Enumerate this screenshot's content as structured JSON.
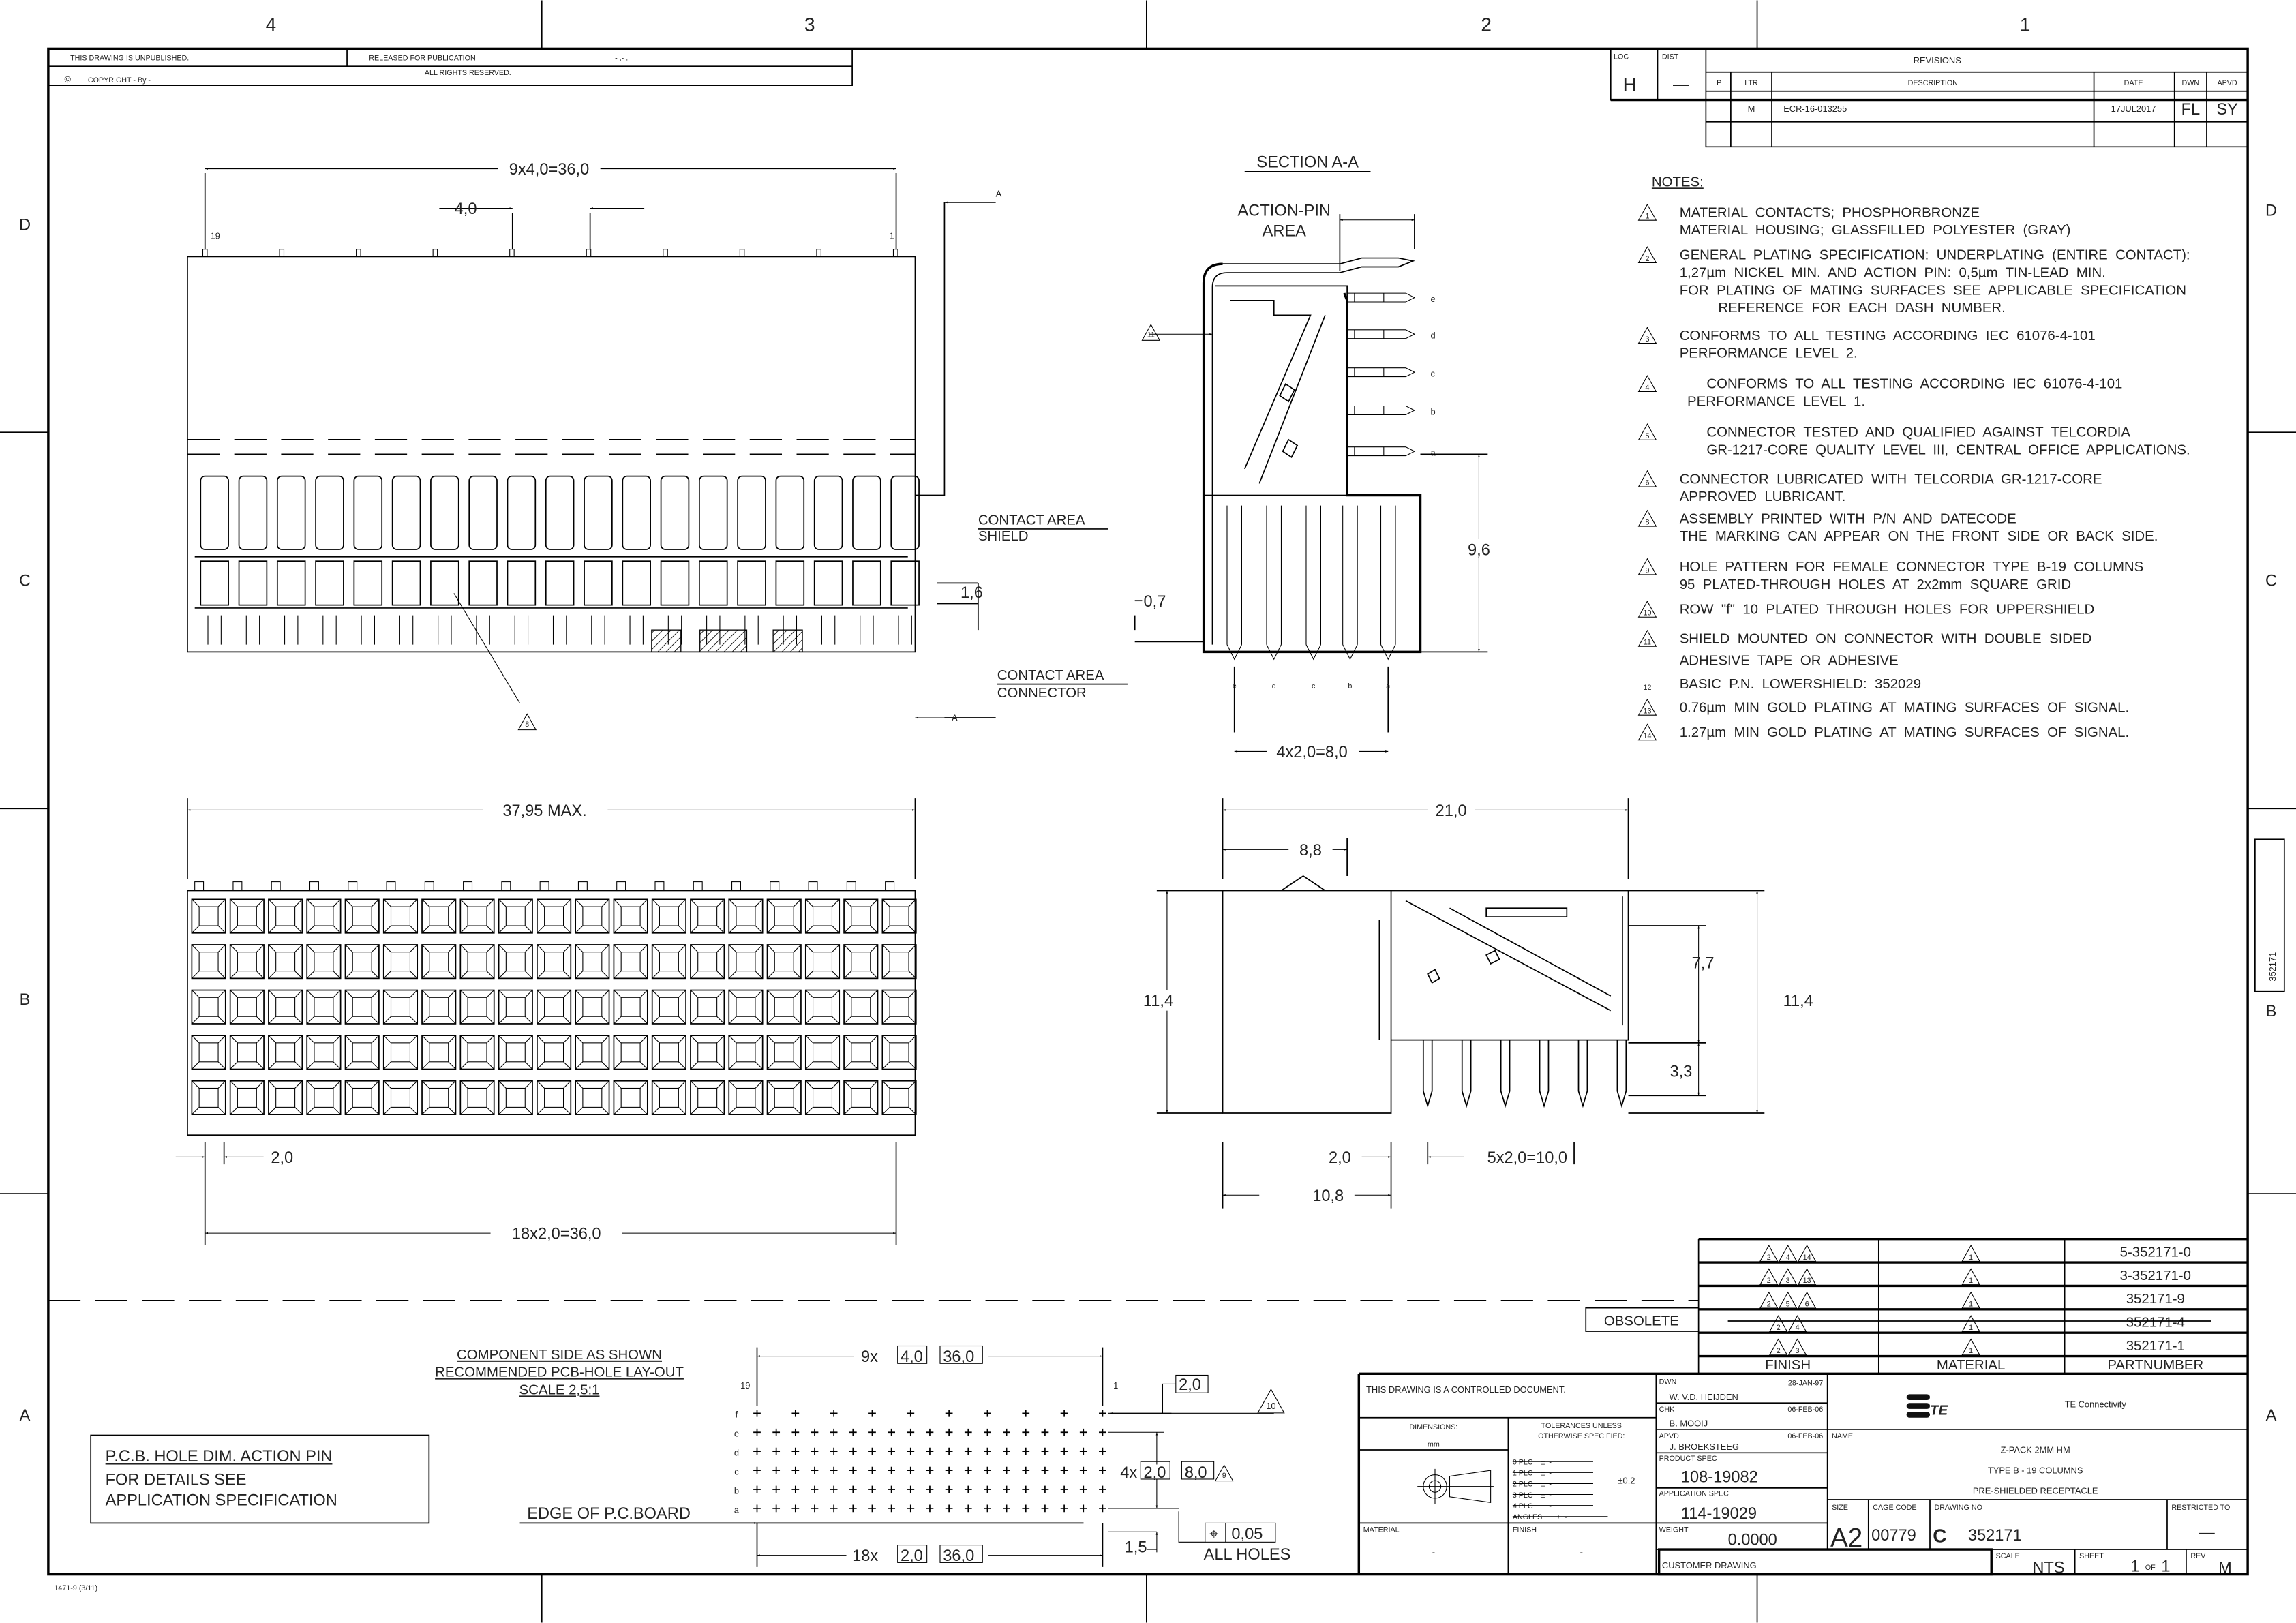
{
  "zones": {
    "top": [
      "4",
      "3",
      "2",
      "1"
    ],
    "side": [
      "D",
      "C",
      "B",
      "A"
    ]
  },
  "header": {
    "unpublished": "THIS DRAWING IS UNPUBLISHED.",
    "released": "RELEASED FOR PUBLICATION",
    "released_date": "- ,-   .",
    "copyright": "COPYRIGHT  -     By -",
    "copyright_symbol": "©",
    "rights": "ALL RIGHTS RESERVED."
  },
  "revisions": {
    "loc_label": "LOC",
    "loc": "H",
    "dist_label": "DIST",
    "dist": "—",
    "title": "REVISIONS",
    "columns": [
      "P",
      "LTR",
      "DESCRIPTION",
      "DATE",
      "DWN",
      "APVD"
    ],
    "rows": [
      {
        "p": "",
        "ltr": "M",
        "description": "ECR-16-013255",
        "date": "17JUL2017",
        "dwn": "FL",
        "apvd": "SY"
      }
    ]
  },
  "notes": {
    "title": "NOTES:",
    "items": [
      {
        "flag": "1",
        "triangle": true,
        "lines": [
          "MATERIAL  CONTACTS;  PHOSPHORBRONZE",
          "MATERIAL  HOUSING;  GLASSFILLED  POLYESTER  (GRAY)"
        ]
      },
      {
        "flag": "2",
        "triangle": true,
        "lines": [
          "GENERAL  PLATING  SPECIFICATION:  UNDERPLATING  (ENTIRE  CONTACT):",
          "1,27µm  NICKEL  MIN.  AND  ACTION  PIN:  0,5µm  TIN-LEAD  MIN.",
          "FOR  PLATING  OF  MATING  SURFACES  SEE  APPLICABLE  SPECIFICATION",
          "          REFERENCE  FOR  EACH  DASH  NUMBER."
        ]
      },
      {
        "flag": "3",
        "triangle": true,
        "lines": [
          "CONFORMS  TO  ALL  TESTING  ACCORDING  IEC  61076-4-101",
          "PERFORMANCE  LEVEL  2."
        ]
      },
      {
        "flag": "4",
        "triangle": true,
        "lines": [
          "       CONFORMS  TO  ALL  TESTING  ACCORDING  IEC  61076-4-101",
          "  PERFORMANCE  LEVEL  1."
        ]
      },
      {
        "flag": "5",
        "triangle": true,
        "lines": [
          "       CONNECTOR  TESTED  AND  QUALIFIED  AGAINST  TELCORDIA",
          "       GR-1217-CORE  QUALITY  LEVEL  III,  CENTRAL  OFFICE  APPLICATIONS."
        ]
      },
      {
        "flag": "6",
        "triangle": true,
        "lines": [
          "CONNECTOR  LUBRICATED  WITH  TELCORDIA  GR-1217-CORE",
          "APPROVED  LUBRICANT."
        ]
      },
      {
        "flag": "8",
        "triangle": true,
        "lines": [
          "ASSEMBLY  PRINTED  WITH  P/N  AND  DATECODE",
          "THE  MARKING  CAN  APPEAR  ON  THE  FRONT  SIDE  OR  BACK  SIDE."
        ]
      },
      {
        "flag": "9",
        "triangle": true,
        "lines": [
          "HOLE  PATTERN  FOR  FEMALE  CONNECTOR  TYPE  B-19  COLUMNS",
          "95  PLATED-THROUGH  HOLES  AT  2x2mm  SQUARE  GRID"
        ]
      },
      {
        "flag": "10",
        "triangle": true,
        "lines": [
          "ROW  \"f\"  10  PLATED  THROUGH  HOLES  FOR  UPPERSHIELD"
        ]
      },
      {
        "flag": "11",
        "triangle": true,
        "lines": [
          "SHIELD  MOUNTED  ON  CONNECTOR  WITH  DOUBLE  SIDED",
          "ADHESIVE  TAPE  OR  ADHESIVE"
        ]
      },
      {
        "flag": "12",
        "triangle": false,
        "lines": [
          "BASIC  P.N.  LOWERSHIELD:  352029"
        ]
      },
      {
        "flag": "13",
        "triangle": true,
        "lines": [
          "0.76µm  MIN  GOLD  PLATING  AT  MATING  SURFACES  OF  SIGNAL."
        ]
      },
      {
        "flag": "14",
        "triangle": true,
        "lines": [
          "1.27µm  MIN  GOLD  PLATING  AT  MATING  SURFACES  OF  SIGNAL."
        ]
      }
    ]
  },
  "front_view": {
    "dim_overall": "9x4,0=36,0",
    "dim_pitch": "4,0",
    "col_left": "19",
    "col_right": "1",
    "section_mark": "A",
    "contact_area_shield": [
      "CONTACT  AREA",
      "SHIELD"
    ],
    "dim_shield": "1,6",
    "contact_area_connector": [
      "CONTACT  AREA",
      "CONNECTOR"
    ],
    "flag": "8"
  },
  "section_view": {
    "title": "SECTION  A-A",
    "action_pin": [
      "ACTION-PIN",
      "AREA"
    ],
    "rows": [
      "e",
      "d",
      "c",
      "b",
      "a"
    ],
    "flag": "11",
    "dim_height": "9,6",
    "dim_offset": "0,7",
    "dim_pitch": "4x2,0=8,0"
  },
  "bottom_view": {
    "dim_max": "37,95  MAX.",
    "dim_pitch": "2,0",
    "dim_overall": "18x2,0=36,0"
  },
  "side_view": {
    "dim_width": "21,0",
    "dim_front": "8,8",
    "dim_height_left": "11,4",
    "dim_height_right": "11,4",
    "dim_upper": "7,7",
    "dim_lower": "3,3",
    "dim_first": "2,0",
    "dim_pitch": "5x2,0=10,0",
    "dim_offset": "10,8"
  },
  "pcb_layout": {
    "caption": [
      "COMPONENT  SIDE  AS  SHOWN",
      "RECOMMENDED  PCB-HOLE  LAY-OUT",
      "SCALE  2,5:1"
    ],
    "col_left": "19",
    "col_right": "1",
    "rows": [
      "f",
      "e",
      "d",
      "c",
      "b",
      "a"
    ],
    "dim_top_prefix": "9x",
    "dim_top_a": "4,0",
    "dim_top_b": "36,0",
    "dim_f": "2,0",
    "flag_f": "10",
    "dim_rows_prefix": "4x",
    "dim_rows_a": "2,0",
    "dim_rows_b": "8,0",
    "flag_rows": "9",
    "edge_label": "EDGE  OF  P.C.BOARD",
    "dim_bottom_prefix": "18x",
    "dim_bottom_a": "2,0",
    "dim_bottom_b": "36,0",
    "dim_edge": "1,5",
    "tolerance_symbol": "⌖",
    "tolerance": "0,05",
    "all_holes": "ALL  HOLES",
    "holes_per_row": 19,
    "holes_row_f": 10
  },
  "pcb_note": {
    "title": "P.C.B.  HOLE  DIM.  ACTION  PIN",
    "lines": [
      "FOR  DETAILS  SEE",
      "APPLICATION  SPECIFICATION"
    ]
  },
  "parts_table": {
    "obsolete": "OBSOLETE",
    "headers": [
      "FINISH",
      "MATERIAL",
      "PARTNUMBER"
    ],
    "rows": [
      {
        "finish": [
          "2",
          "4",
          "14"
        ],
        "material": "1",
        "part": "5-352171-0",
        "obsolete": false
      },
      {
        "finish": [
          "2",
          "3",
          "13"
        ],
        "material": "1",
        "part": "3-352171-0",
        "obsolete": false
      },
      {
        "finish": [
          "2",
          "5",
          "6"
        ],
        "material": "1",
        "part": "352171-9",
        "obsolete": false
      },
      {
        "finish": [
          "2",
          "4"
        ],
        "material": "1",
        "part": "352171-4",
        "obsolete": true
      },
      {
        "finish": [
          "2",
          "3"
        ],
        "material": "1",
        "part": "352171-1",
        "obsolete": false
      }
    ]
  },
  "title_block": {
    "controlled": "THIS DRAWING IS A CONTROLLED DOCUMENT.",
    "dimensions_label": "DIMENSIONS:",
    "units": "mm",
    "tolerances_label": [
      "TOLERANCES UNLESS",
      "OTHERWISE SPECIFIED:"
    ],
    "tolerance_rows": [
      "0 PLC    ±  -",
      "1 PLC    ±  -",
      "2 PLC    ±  -",
      "3 PLC    ±  -",
      "4 PLC    ±  -",
      "ANGLES       ±  -"
    ],
    "tolerance_value": "±0.2",
    "material_label": "MATERIAL",
    "material": "-",
    "finish_label": "FINISH",
    "finish": "-",
    "dwn_label": "DWN",
    "dwn_date": "28-JAN-97",
    "dwn_name": "W. V.D. HEIJDEN",
    "chk_label": "CHK",
    "chk_date": "06-FEB-06",
    "chk_name": "B. MOOIJ",
    "apvd_label": "APVD",
    "apvd_date": "06-FEB-06",
    "apvd_name": "J. BROEKSTEEG",
    "product_spec_label": "PRODUCT SPEC",
    "product_spec": "108-19082",
    "application_spec_label": "APPLICATION SPEC",
    "application_spec": "114-19029",
    "weight_label": "WEIGHT",
    "weight": "0.0000",
    "logo_text": "TE",
    "company": "TE Connectivity",
    "name_label": "NAME",
    "name_lines": [
      "Z-PACK  2MM  HM",
      "TYPE  B  -  19  COLUMNS",
      "PRE-SHIELDED  RECEPTACLE"
    ],
    "size_label": "SIZE",
    "size": "A2",
    "cage_label": "CAGE CODE",
    "cage": "00779",
    "drawing_no_label": "DRAWING NO",
    "drawing_prefix": "C",
    "drawing_no": "352171",
    "restricted_label": "RESTRICTED TO",
    "restricted": "—",
    "customer_drawing": "CUSTOMER DRAWING",
    "scale_label": "SCALE",
    "scale": "NTS",
    "sheet_label": "SHEET",
    "sheet": "1",
    "sheet_of": "OF",
    "sheet_total": "1",
    "rev_label": "REV",
    "rev": "M"
  },
  "side_tab": {
    "number": "352171"
  },
  "form_id": "1471-9   (3/11)"
}
